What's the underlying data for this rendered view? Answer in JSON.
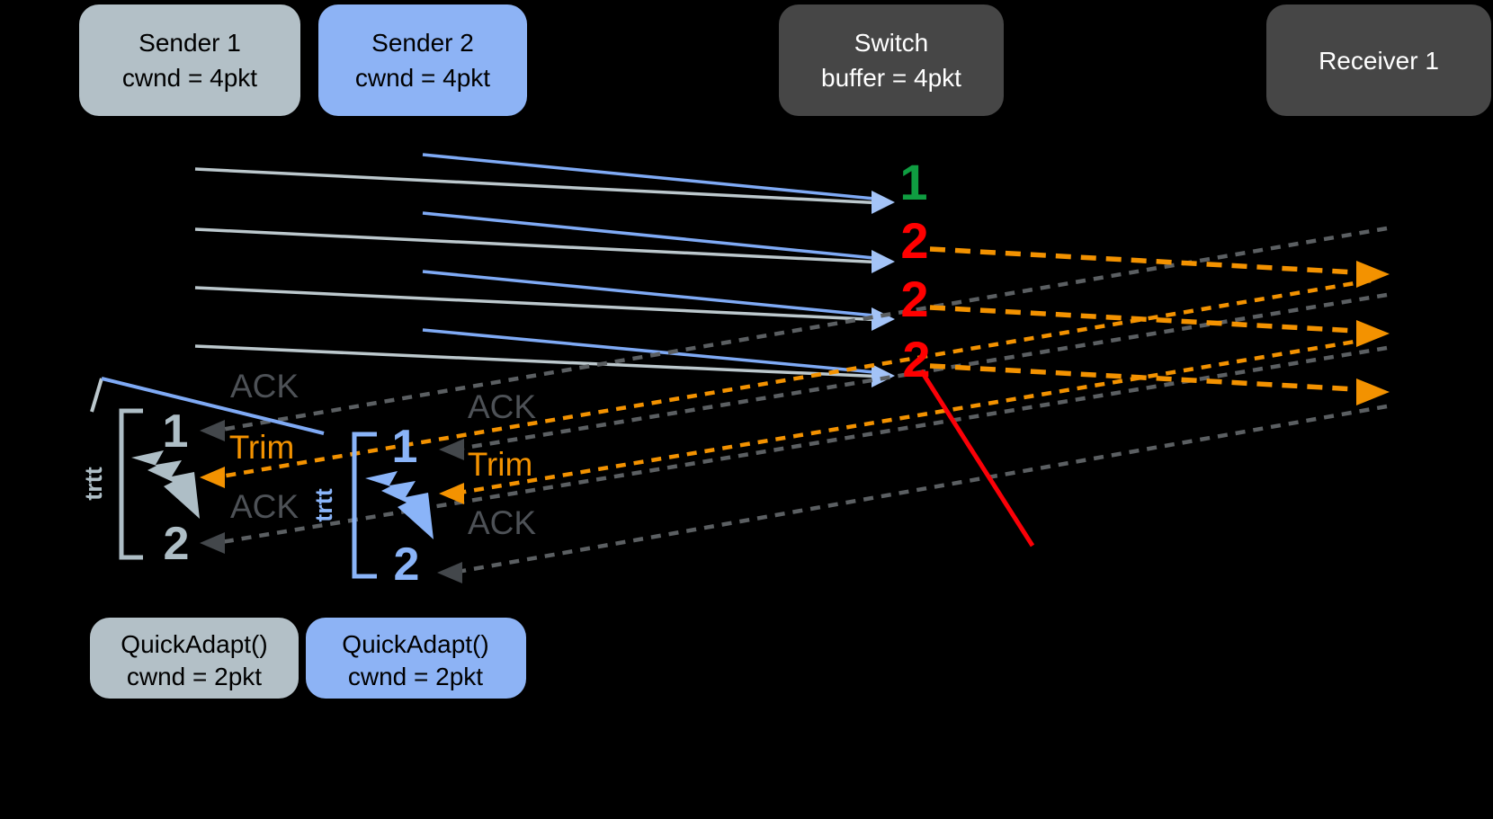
{
  "colors": {
    "background": "#000000",
    "sender1_box": "#b3c0c7",
    "sender1_line": "#bcc8cd",
    "sender1_marks": "#aebec6",
    "sender2_box": "#8db3f5",
    "sender2_line": "#7faaf5",
    "sender2_marks": "#8ab4f8",
    "arrowhead_blue": "#a3c3f7",
    "dark_box": "#464646",
    "ack_gray": "#4d5156",
    "ack_dark": "#43474b",
    "ack_dash": "#5b5f62",
    "orange": "#f39200",
    "green": "#0f9d41",
    "red": "#ff0000",
    "red_pointer": "#fb0007"
  },
  "nodes": {
    "sender1": {
      "line1": "Sender 1",
      "line2": "cwnd = 4pkt"
    },
    "sender2": {
      "line1": "Sender 2",
      "line2": "cwnd = 4pkt"
    },
    "switch": {
      "line1": "Switch",
      "line2": "buffer = 4pkt"
    },
    "receiver": {
      "line1": "Receiver 1"
    },
    "quickadapt1": {
      "line1": "QuickAdapt()",
      "line2": "cwnd = 2pkt"
    },
    "quickadapt2": {
      "line1": "QuickAdapt()",
      "line2": "cwnd = 2pkt"
    }
  },
  "switch_queue": {
    "slot1": "1",
    "slot2": "2",
    "slot3": "2",
    "slot4": "2"
  },
  "sender1_timeline": {
    "pkt1": "1",
    "pkt2": "2",
    "rtt": "trtt",
    "ack1": "ACK",
    "trim": "Trim",
    "ack2": "ACK"
  },
  "sender2_timeline": {
    "pkt1": "1",
    "pkt2": "2",
    "rtt": "trtt",
    "ack1": "ACK",
    "trim": "Trim",
    "ack2": "ACK"
  }
}
